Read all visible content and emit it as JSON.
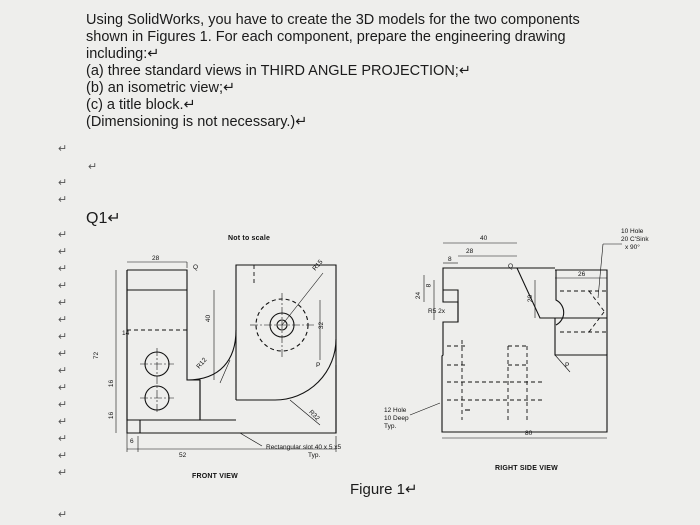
{
  "instructions": {
    "line1": "Using SolidWorks, you have to create the 3D models for the two components",
    "line2": "shown in Figures 1. For each component, prepare the engineering drawing",
    "line3": "including:↵",
    "item_a": "(a) three standard views in THIRD ANGLE PROJECTION;↵",
    "item_b": "(b) an isometric view;↵",
    "item_c": "(c) a title block.↵",
    "note": "(Dimensioning is not necessary.)↵"
  },
  "question_label": "Q1↵",
  "return_mark": "↵",
  "drawing": {
    "not_to_scale": "Not to scale",
    "front_view_label": "FRONT VIEW",
    "right_side_view_label": "RIGHT SIDE VIEW",
    "slot_note_1": "Rectangular slot 40 x 5 x5",
    "slot_note_2": "Typ.",
    "hole_note_1": "12 Hole",
    "hole_note_2": "10 Deep",
    "hole_note_3": "Typ.",
    "csink_note_1": "10 Hole",
    "csink_note_2": "20 C'Sink",
    "csink_note_3": "x 90°",
    "dims": {
      "d28_front": "28",
      "d52": "52",
      "d6": "6",
      "d14": "14",
      "d72": "72",
      "d16a": "16",
      "d16b": "16",
      "d40_front": "40",
      "d32": "32",
      "r15": "R15",
      "r12": "R12",
      "r32": "R32",
      "p_front": "P",
      "q_front": "Q",
      "d40_side": "40",
      "d28_side": "28",
      "d8_top": "8",
      "d24": "24",
      "d8_left": "8",
      "d20": "20",
      "r5": "R5 2x",
      "d26": "26",
      "d80": "80",
      "p_side": "P",
      "q_side": "Q"
    }
  },
  "figure_caption": "Figure 1↵"
}
